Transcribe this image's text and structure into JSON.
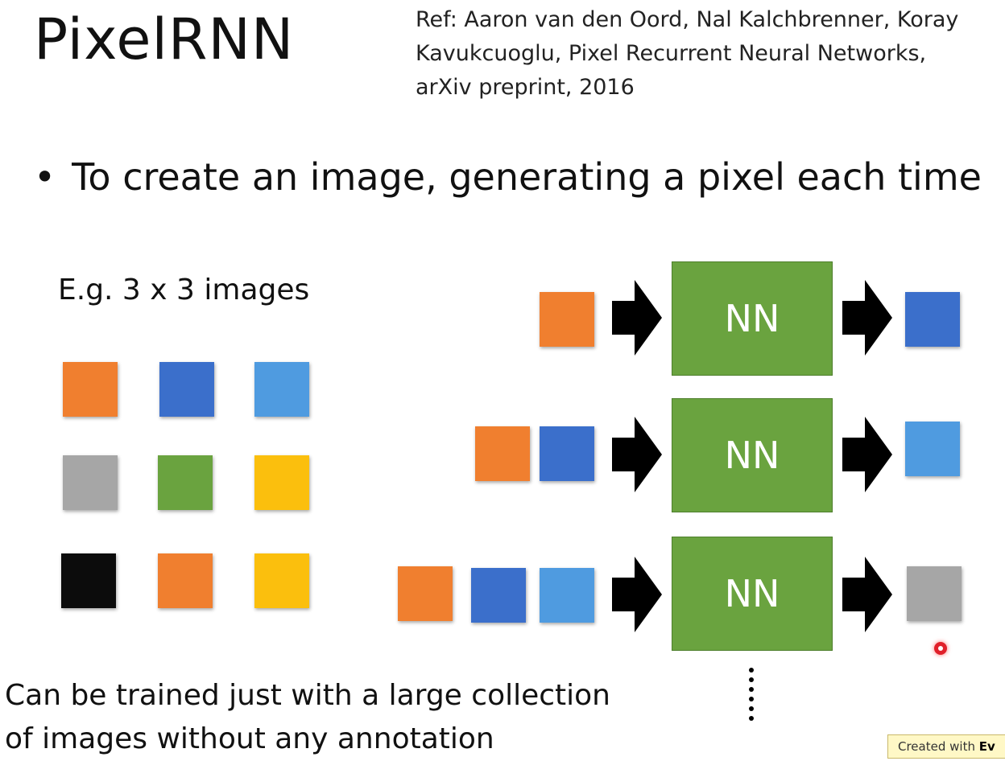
{
  "slide": {
    "title": "PixelRNN",
    "reference": "Ref: Aaron van den Oord, Nal Kalchbrenner, Koray\nKavukcuoglu, Pixel Recurrent Neural Networks,\narXiv preprint, 2016",
    "bullet": "To create an image, generating a pixel each time",
    "bullet_symbol": "•",
    "example_label": "E.g. 3 x 3 images",
    "bottom_text": "Can be trained just with a large collection\nof images without any annotation"
  },
  "colors": {
    "orange": "#f07f2f",
    "blue": "#3b6fcb",
    "light_blue": "#4f9be0",
    "gray": "#a6a6a6",
    "green": "#6aa33f",
    "yellow": "#fbbf0d",
    "black": "#0c0c0c"
  },
  "grid": [
    [
      "orange",
      "blue",
      "light_blue"
    ],
    [
      "gray",
      "green",
      "yellow"
    ],
    [
      "black",
      "orange",
      "yellow"
    ]
  ],
  "nn_rows": [
    {
      "inputs": [
        "orange"
      ],
      "output": "blue",
      "label": "NN"
    },
    {
      "inputs": [
        "orange",
        "blue"
      ],
      "output": "light_blue",
      "label": "NN"
    },
    {
      "inputs": [
        "orange",
        "blue",
        "light_blue"
      ],
      "output": "gray",
      "label": "NN"
    }
  ],
  "watermark": {
    "prefix": "Created with ",
    "brand": "Ev"
  }
}
